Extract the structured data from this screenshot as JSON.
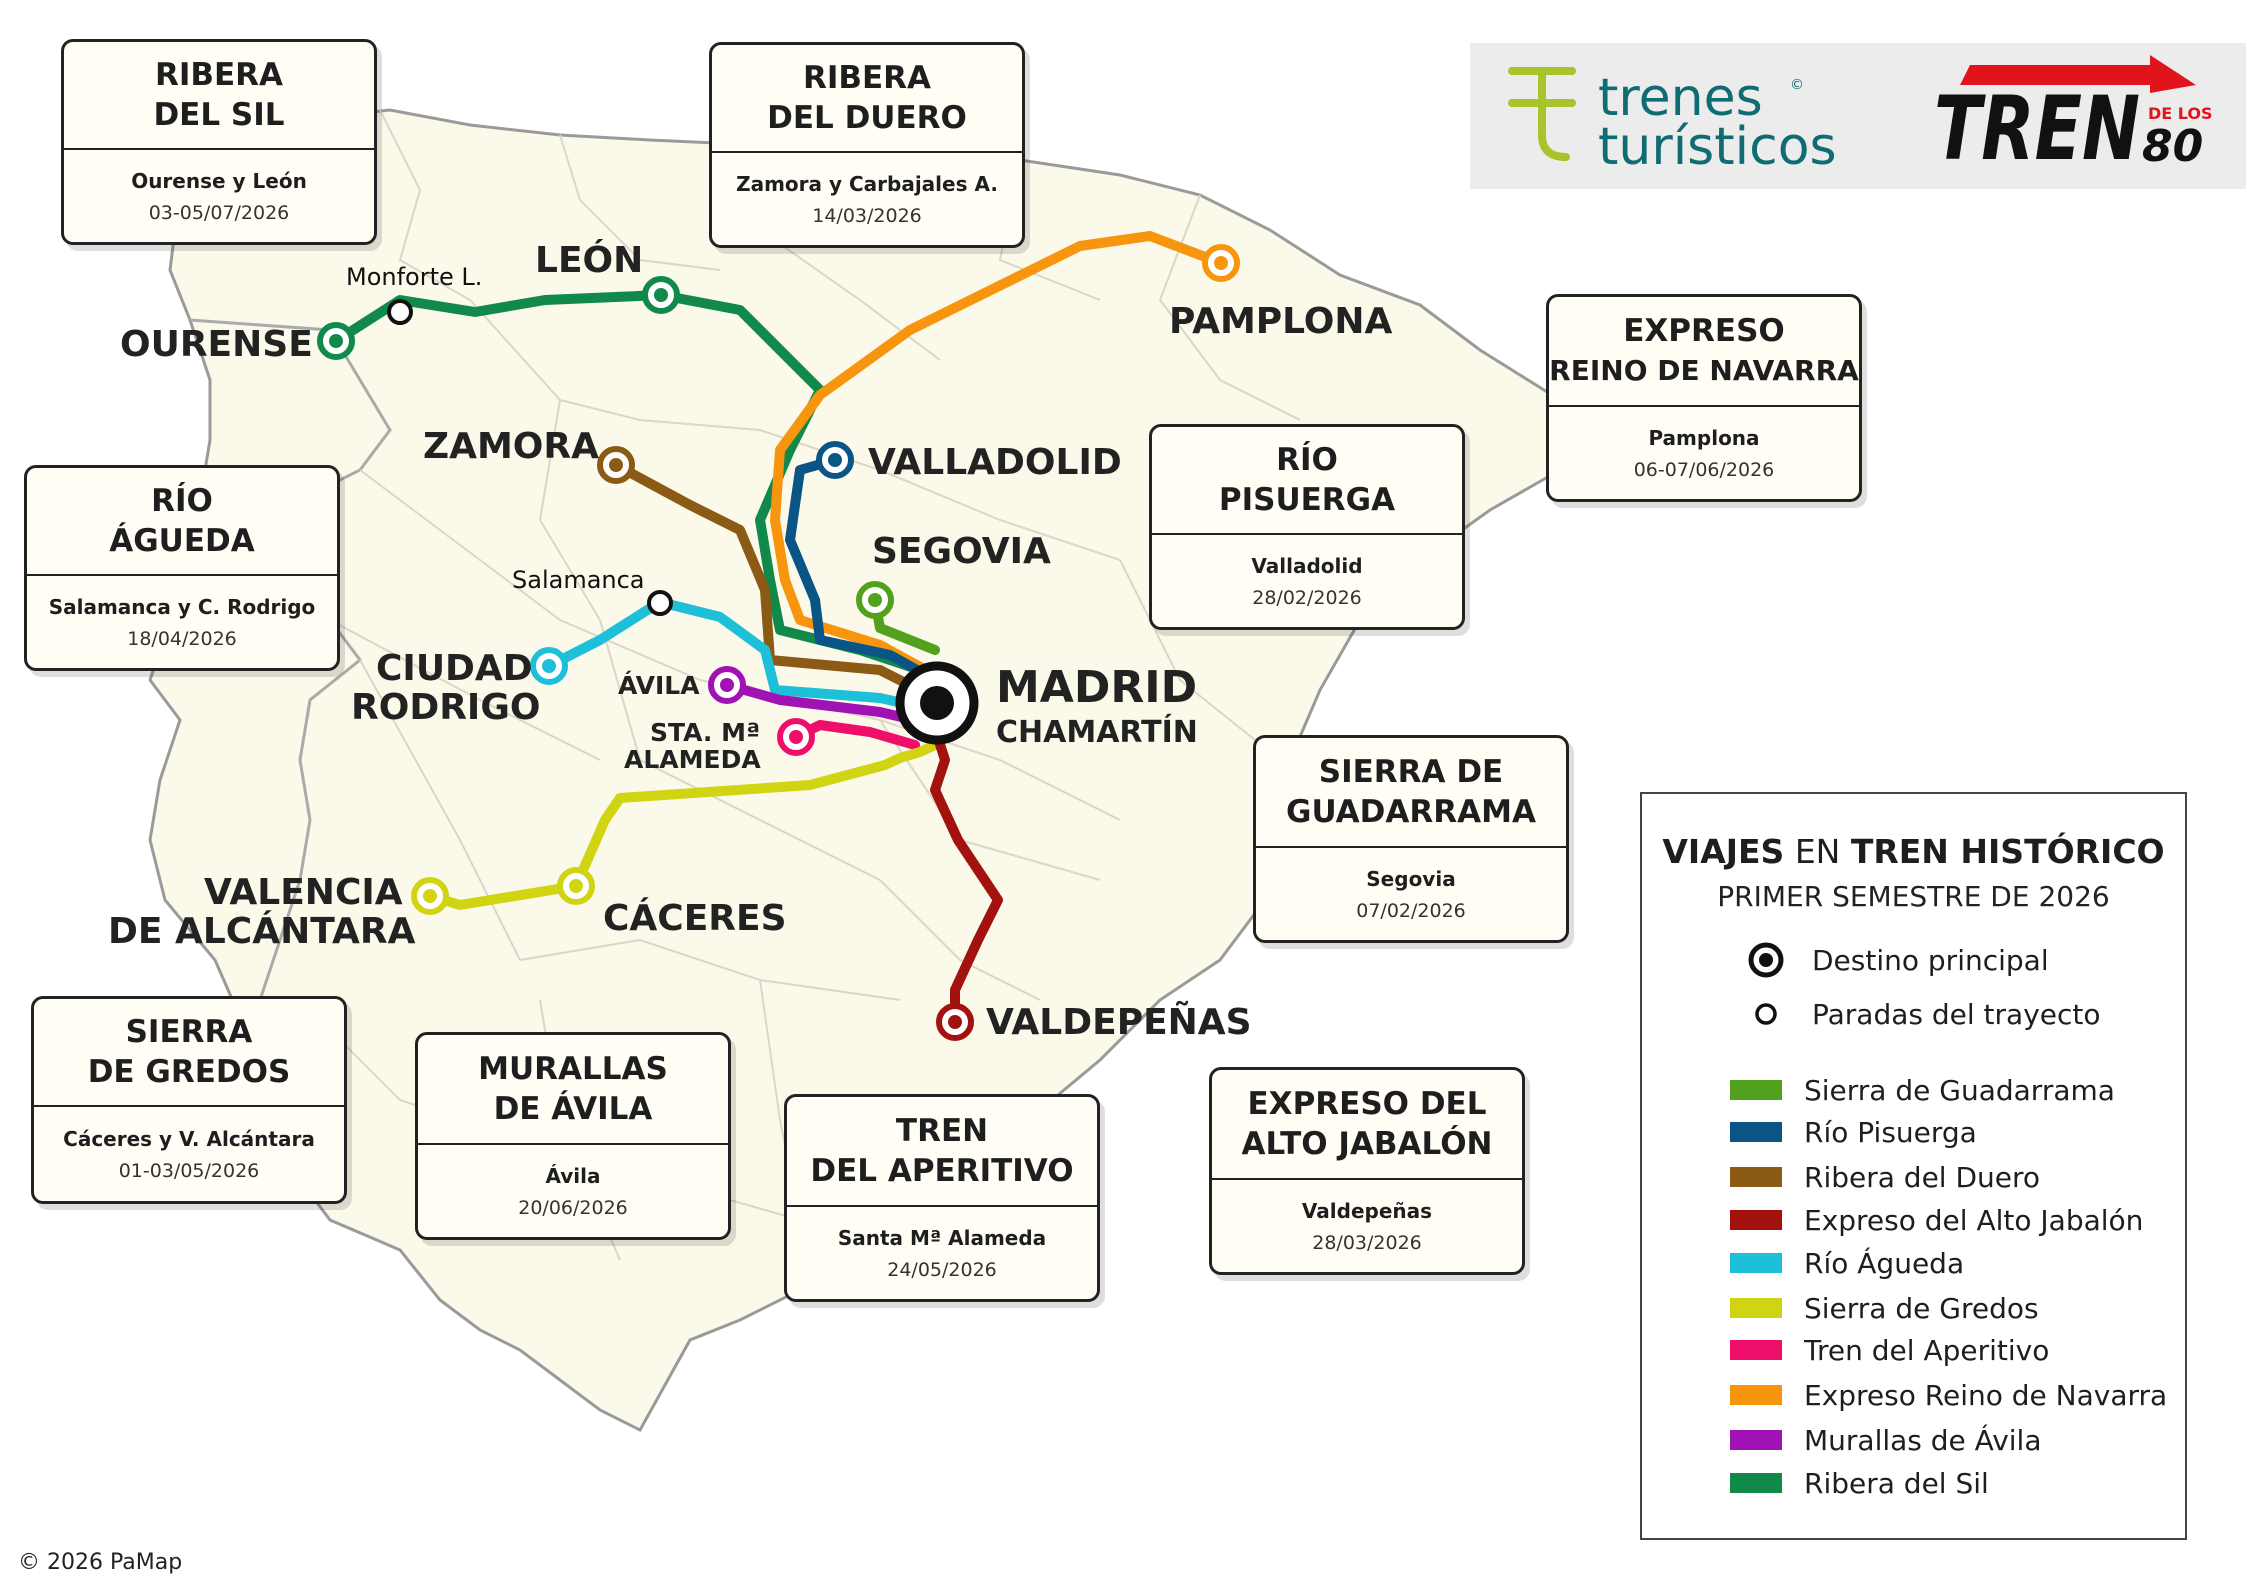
{
  "map": {
    "cities": {
      "ourense": "OURENSE",
      "monforte": "Monforte L.",
      "leon": "LEÓN",
      "pamplona": "PAMPLONA",
      "zamora": "ZAMORA",
      "valladolid": "VALLADOLID",
      "segovia": "SEGOVIA",
      "salamanca": "Salamanca",
      "ciudad_rodrigo_1": "CIUDAD",
      "ciudad_rodrigo_2": "RODRIGO",
      "avila": "ÁVILA",
      "sta_alameda_1": "STA. Mª",
      "sta_alameda_2": "ALAMEDA",
      "madrid_1": "MADRID",
      "madrid_2": "CHAMARTÍN",
      "valencia_1": "VALENCIA",
      "valencia_2": "DE ALCÁNTARA",
      "caceres": "CÁCERES",
      "valdepenas": "VALDEPEÑAS"
    }
  },
  "cards": [
    {
      "title_1": "RIBERA",
      "title_2": "DEL SIL",
      "place": "Ourense y León",
      "date": "03-05/07/2026"
    },
    {
      "title_1": "RIBERA",
      "title_2": "DEL DUERO",
      "place": "Zamora y Carbajales A.",
      "date": "14/03/2026"
    },
    {
      "title_1": "EXPRESO",
      "title_2": "REINO DE NAVARRA",
      "place": "Pamplona",
      "date": "06-07/06/2026"
    },
    {
      "title_1": "RÍO",
      "title_2": "ÁGUEDA",
      "place": "Salamanca y C. Rodrigo",
      "date": "18/04/2026"
    },
    {
      "title_1": "RÍO",
      "title_2": "PISUERGA",
      "place": "Valladolid",
      "date": "28/02/2026"
    },
    {
      "title_1": "SIERRA DE",
      "title_2": "GUADARRAMA",
      "place": "Segovia",
      "date": "07/02/2026"
    },
    {
      "title_1": "SIERRA",
      "title_2": "DE GREDOS",
      "place": "Cáceres y V. Alcántara",
      "date": "01-03/05/2026"
    },
    {
      "title_1": "MURALLAS",
      "title_2": "DE ÁVILA",
      "place": "Ávila",
      "date": "20/06/2026"
    },
    {
      "title_1": "TREN",
      "title_2": "DEL APERITIVO",
      "place": "Santa Mª Alameda",
      "date": "24/05/2026"
    },
    {
      "title_1": "EXPRESO DEL",
      "title_2": "ALTO JABALÓN",
      "place": "Valdepeñas",
      "date": "28/03/2026"
    }
  ],
  "logo": {
    "trenes_line1": "trenes",
    "trenes_line2": "turísticos",
    "trenes_mark": "©",
    "tren80_main": "TREN",
    "tren80_small": "DE LOS",
    "tren80_number": "80"
  },
  "legend": {
    "title_a": "VIAJES",
    "title_b": " EN ",
    "title_c": "TREN HISTÓRICO",
    "subtitle": "PRIMER SEMESTRE DE 2026",
    "main_destination": "Destino principal",
    "stops": "Paradas del trayecto",
    "routes": [
      {
        "name": "Sierra de Guadarrama",
        "color": "#52a11e"
      },
      {
        "name": "Río Pisuerga",
        "color": "#0a5486"
      },
      {
        "name": "Ribera del Duero",
        "color": "#8b5a14"
      },
      {
        "name": "Expreso del Alto Jabalón",
        "color": "#a3120e"
      },
      {
        "name": "Río Águeda",
        "color": "#1ebfd8"
      },
      {
        "name": "Sierra de Gredos",
        "color": "#d1d413"
      },
      {
        "name": "Tren del Aperitivo",
        "color": "#ee0f6b"
      },
      {
        "name": "Expreso Reino de Navarra",
        "color": "#f7950f"
      },
      {
        "name": "Murallas de Ávila",
        "color": "#a012b4"
      },
      {
        "name": "Ribera del Sil",
        "color": "#11894a"
      }
    ]
  },
  "colors": {
    "land": "#fbf9e9",
    "border": "#9a9a9a",
    "province": "#d9d7c9",
    "logo_green": "#a8c42c",
    "logo_teal": "#0f6c73",
    "tren80_red": "#e2141b"
  },
  "copyright": "© 2026 PaMap"
}
